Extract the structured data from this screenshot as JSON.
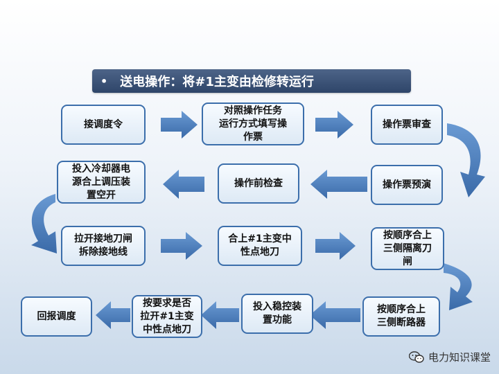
{
  "title": {
    "bullet": "•",
    "text": "送电操作：将#1主变由检修转运行"
  },
  "steps": [
    {
      "id": "s1",
      "label": "接调度令"
    },
    {
      "id": "s2",
      "label": "对照操作任务\n运行方式填写操\n作票"
    },
    {
      "id": "s3",
      "label": "操作票审查"
    },
    {
      "id": "s4",
      "label": "操作票预演"
    },
    {
      "id": "s5",
      "label": "操作前检查"
    },
    {
      "id": "s6",
      "label": "投入冷却器电\n源合上调压装\n置空开"
    },
    {
      "id": "s7",
      "label": "拉开接地刀闸\n拆除接地线"
    },
    {
      "id": "s8",
      "label": "合上#1主变中\n性点地刀"
    },
    {
      "id": "s9",
      "label": "按顺序合上\n三侧隔离刀\n闸"
    },
    {
      "id": "s10",
      "label": "按顺序合上\n三侧断路器"
    },
    {
      "id": "s11",
      "label": "投入稳控装\n置功能"
    },
    {
      "id": "s12",
      "label": "按要求是否\n拉开#1主变\n中性点地刀"
    },
    {
      "id": "s13",
      "label": "回报调度"
    }
  ],
  "watermark": {
    "icon": "wechat-icon",
    "text": "电力知识课堂"
  },
  "colors": {
    "node_border": "#3b6eab",
    "arrow": "#4a7ebf",
    "title_bg": "#3a5278"
  }
}
